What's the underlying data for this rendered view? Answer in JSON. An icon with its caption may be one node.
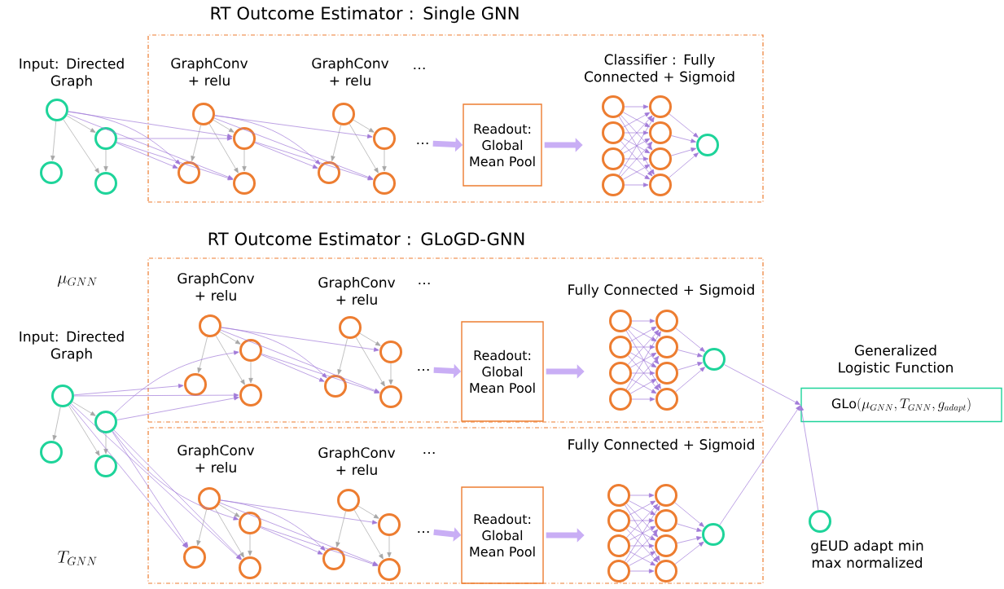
{
  "diagram": {
    "title": "RT Outcome Estimator : Single GNN",
    "nodes": [
      {
        "text": [],
        "shape": "box"
      },
      {
        "text": [],
        "shape": "circle"
      },
      {
        "text": [],
        "shape": "circle"
      },
      {
        "text": [],
        "shape": "circle"
      },
      {
        "text": [],
        "shape": "circle"
      },
      {
        "text": [],
        "shape": "circle",
        "in": 0
      },
      {
        "text": [],
        "shape": "circle",
        "in": 0
      },
      {
        "text": [],
        "shape": "circle",
        "in": 0
      },
      {
        "text": [],
        "shape": "circle",
        "in": 0
      },
      {
        "text": [],
        "shape": "circle",
        "in": 0
      },
      {
        "text": [],
        "shape": "circle",
        "in": 0
      },
      {
        "text": [],
        "shape": "circle",
        "in": 0
      },
      {
        "text": [],
        "shape": "circle",
        "in": 0
      },
      {
        "text": [
          "Readout: Global Mean Pool"
        ],
        "in": 0
      },
      {
        "text": [],
        "shape": "circle",
        "in": 0
      },
      {
        "text": [],
        "shape": "circle",
        "in": 0
      },
      {
        "text": [],
        "shape": "circle",
        "in": 0
      },
      {
        "text": [],
        "shape": "circle",
        "in": 0
      },
      {
        "text": [],
        "shape": "circle",
        "in": 0
      },
      {
        "text": [],
        "shape": "circle",
        "in": 0
      },
      {
        "text": [],
        "shape": "circle",
        "in": 0
      },
      {
        "text": [],
        "shape": "circle",
        "in": 0
      },
      {
        "text": [],
        "shape": "circle",
        "in": 0
      },
      {
        "text": [],
        "shape": "box"
      },
      {
        "text": [],
        "shape": "box"
      },
      {
        "text": [],
        "shape": "circle"
      },
      {
        "text": [],
        "shape": "circle"
      },
      {
        "text": [],
        "shape": "circle"
      },
      {
        "text": [],
        "shape": "circle"
      },
      {
        "text": [],
        "shape": "circle",
        "in": 23
      },
      {
        "text": [],
        "shape": "circle",
        "in": 23
      },
      {
        "text": [],
        "shape": "circle",
        "in": 23
      },
      {
        "text": [],
        "shape": "circle",
        "in": 23
      },
      {
        "text": [],
        "shape": "circle",
        "in": 23
      },
      {
        "text": [],
        "shape": "circle",
        "in": 23
      },
      {
        "text": [],
        "shape": "circle",
        "in": 23
      },
      {
        "text": [],
        "shape": "circle",
        "in": 23
      },
      {
        "text": [
          "Readout: Global Mean Pool"
        ],
        "in": 23
      },
      {
        "text": [],
        "shape": "circle",
        "in": 23
      },
      {
        "text": [],
        "shape": "circle",
        "in": 23
      },
      {
        "text": [],
        "shape": "circle",
        "in": 23
      },
      {
        "text": [],
        "shape": "circle",
        "in": 23
      },
      {
        "text": [],
        "shape": "circle",
        "in": 23
      },
      {
        "text": [],
        "shape": "circle",
        "in": 23
      },
      {
        "text": [],
        "shape": "circle",
        "in": 23
      },
      {
        "text": [],
        "shape": "circle",
        "in": 23
      },
      {
        "text": [],
        "shape": "circle",
        "in": 23
      },
      {
        "text": [],
        "shape": "circle",
        "in": 24
      },
      {
        "text": [],
        "shape": "circle",
        "in": 24
      },
      {
        "text": [],
        "shape": "circle",
        "in": 24
      },
      {
        "text": [],
        "shape": "circle",
        "in": 24
      },
      {
        "text": [],
        "shape": "circle",
        "in": 24
      },
      {
        "text": [],
        "shape": "circle",
        "in": 24
      },
      {
        "text": [],
        "shape": "circle",
        "in": 24
      },
      {
        "text": [],
        "shape": "circle",
        "in": 24
      },
      {
        "text": [
          "Readout: Global Mean Pool"
        ],
        "in": 24
      },
      {
        "text": [],
        "shape": "circle",
        "in": 24
      },
      {
        "text": [],
        "shape": "circle",
        "in": 24
      },
      {
        "text": [],
        "shape": "circle",
        "in": 24
      },
      {
        "text": [],
        "shape": "circle",
        "in": 24
      },
      {
        "text": [],
        "shape": "circle",
        "in": 24
      },
      {
        "text": [],
        "shape": "circle",
        "in": 24
      },
      {
        "text": [],
        "shape": "circle",
        "in": 24
      },
      {
        "text": [],
        "shape": "circle",
        "in": 24
      },
      {
        "text": [],
        "shape": "circle",
        "in": 24
      },
      {
        "text": [
          "Generalized Logistic Function",
          "\\mathrm{GLo}(\\mu_{GNN},T_{GNN},g_{adapt})"
        ]
      },
      {
        "text": [],
        "shape": "circle",
        "beside": [
          "gEUD adapt min max normalized"
        ]
      },
      {
        "text": [
          "…"
        ],
        "in": 0
      },
      {
        "text": [
          "…"
        ],
        "in": 23
      },
      {
        "text": [
          "…"
        ],
        "in": 24
      }
    ],
    "edges": [
      {
        "from": 1,
        "to": 3,
        "arrow": "to",
        "color": "#a6a6a6"
      },
      {
        "from": 1,
        "to": 4,
        "arrow": "to",
        "color": "#a6a6a6"
      },
      {
        "from": 1,
        "to": 2,
        "arrow": "to",
        "color": "#a6a6a6"
      },
      {
        "from": 2,
        "to": 4,
        "arrow": "to",
        "color": "#a6a6a6"
      },
      {
        "from": 5,
        "to": 7,
        "arrow": "to",
        "color": "#a6a6a6"
      },
      {
        "from": 5,
        "to": 8,
        "arrow": "to",
        "color": "#a6a6a6"
      },
      {
        "from": 5,
        "to": 6,
        "arrow": "to",
        "color": "#a6a6a6"
      },
      {
        "from": 6,
        "to": 8,
        "arrow": "to",
        "color": "#a6a6a6"
      },
      {
        "from": 9,
        "to": 11,
        "arrow": "to",
        "color": "#a6a6a6"
      },
      {
        "from": 9,
        "to": 12,
        "arrow": "to",
        "color": "#a6a6a6"
      },
      {
        "from": 9,
        "to": 10,
        "arrow": "to",
        "color": "#a6a6a6"
      },
      {
        "from": 10,
        "to": 12,
        "arrow": "to",
        "color": "#a6a6a6"
      },
      {
        "from": 1,
        "to": 6,
        "arrow": "to"
      },
      {
        "from": 1,
        "to": 7,
        "arrow": "to"
      },
      {
        "from": 1,
        "to": 8,
        "arrow": "to"
      },
      {
        "from": 2,
        "to": 6,
        "arrow": "to"
      },
      {
        "from": 2,
        "to": 7,
        "arrow": "to"
      },
      {
        "from": 2,
        "to": 8,
        "arrow": "to"
      },
      {
        "from": 5,
        "to": 10,
        "arrow": "to"
      },
      {
        "from": 5,
        "to": 11,
        "arrow": "to"
      },
      {
        "from": 5,
        "to": 12,
        "arrow": "to"
      },
      {
        "from": 6,
        "to": 11,
        "arrow": "to"
      },
      {
        "from": 6,
        "to": 12,
        "arrow": "to"
      },
      {
        "from": 67,
        "to": 13,
        "arrow": "to",
        "style": "thick",
        "color": "#c9aef5"
      },
      {
        "from": 13,
        "to": null,
        "arrow": "to",
        "style": "thick",
        "color": "#c9aef5"
      },
      {
        "from": 14,
        "to": 18,
        "arrow": "to"
      },
      {
        "from": 14,
        "to": 19,
        "arrow": "to"
      },
      {
        "from": 14,
        "to": 20,
        "arrow": "to"
      },
      {
        "from": 14,
        "to": 21,
        "arrow": "to"
      },
      {
        "from": 15,
        "to": 18,
        "arrow": "to"
      },
      {
        "from": 15,
        "to": 19,
        "arrow": "to"
      },
      {
        "from": 15,
        "to": 20,
        "arrow": "to"
      },
      {
        "from": 15,
        "to": 21,
        "arrow": "to"
      },
      {
        "from": 16,
        "to": 18,
        "arrow": "to"
      },
      {
        "from": 16,
        "to": 19,
        "arrow": "to"
      },
      {
        "from": 16,
        "to": 20,
        "arrow": "to"
      },
      {
        "from": 16,
        "to": 21,
        "arrow": "to"
      },
      {
        "from": 17,
        "to": 18,
        "arrow": "to"
      },
      {
        "from": 17,
        "to": 19,
        "arrow": "to"
      },
      {
        "from": 17,
        "to": 20,
        "arrow": "to"
      },
      {
        "from": 17,
        "to": 21,
        "arrow": "to"
      },
      {
        "from": 18,
        "to": 22,
        "arrow": "to"
      },
      {
        "from": 19,
        "to": 22,
        "arrow": "to"
      },
      {
        "from": 20,
        "to": 22,
        "arrow": "to"
      },
      {
        "from": 21,
        "to": 22,
        "arrow": "to"
      },
      {
        "from": 25,
        "to": 27,
        "arrow": "to",
        "color": "#a6a6a6"
      },
      {
        "from": 25,
        "to": 28,
        "arrow": "to",
        "color": "#a6a6a6"
      },
      {
        "from": 25,
        "to": 26,
        "arrow": "to",
        "color": "#a6a6a6"
      },
      {
        "from": 26,
        "to": 28,
        "arrow": "to",
        "color": "#a6a6a6"
      },
      {
        "from": 29,
        "to": 31,
        "arrow": "to",
        "color": "#a6a6a6"
      },
      {
        "from": 29,
        "to": 32,
        "arrow": "to",
        "color": "#a6a6a6"
      },
      {
        "from": 29,
        "to": 30,
        "arrow": "to",
        "color": "#a6a6a6"
      },
      {
        "from": 30,
        "to": 32,
        "arrow": "to",
        "color": "#a6a6a6"
      },
      {
        "from": 33,
        "to": 35,
        "arrow": "to",
        "color": "#a6a6a6"
      },
      {
        "from": 33,
        "to": 36,
        "arrow": "to",
        "color": "#a6a6a6"
      },
      {
        "from": 33,
        "to": 34,
        "arrow": "to",
        "color": "#a6a6a6"
      },
      {
        "from": 34,
        "to": 36,
        "arrow": "to",
        "color": "#a6a6a6"
      },
      {
        "from": 25,
        "to": 31,
        "arrow": "to"
      },
      {
        "from": 25,
        "to": 32,
        "arrow": "to"
      },
      {
        "from": 26,
        "to": 30,
        "arrow": "to"
      },
      {
        "from": 26,
        "to": 32,
        "arrow": "to"
      },
      {
        "from": 29,
        "to": 34,
        "arrow": "to"
      },
      {
        "from": 29,
        "to": 35,
        "arrow": "to"
      },
      {
        "from": 29,
        "to": 36,
        "arrow": "to"
      },
      {
        "from": 30,
        "to": 35,
        "arrow": "to"
      },
      {
        "from": 30,
        "to": 36,
        "arrow": "to"
      },
      {
        "from": 68,
        "to": 37,
        "arrow": "to",
        "style": "thick",
        "color": "#c9aef5"
      },
      {
        "from": 37,
        "to": null,
        "arrow": "to",
        "style": "thick",
        "color": "#c9aef5"
      },
      {
        "from": 38,
        "to": 42,
        "arrow": "to"
      },
      {
        "from": 38,
        "to": 43,
        "arrow": "to"
      },
      {
        "from": 38,
        "to": 44,
        "arrow": "to"
      },
      {
        "from": 38,
        "to": 45,
        "arrow": "to"
      },
      {
        "from": 39,
        "to": 42,
        "arrow": "to"
      },
      {
        "from": 39,
        "to": 43,
        "arrow": "to"
      },
      {
        "from": 39,
        "to": 44,
        "arrow": "to"
      },
      {
        "from": 39,
        "to": 45,
        "arrow": "to"
      },
      {
        "from": 40,
        "to": 42,
        "arrow": "to"
      },
      {
        "from": 40,
        "to": 43,
        "arrow": "to"
      },
      {
        "from": 40,
        "to": 44,
        "arrow": "to"
      },
      {
        "from": 40,
        "to": 45,
        "arrow": "to"
      },
      {
        "from": 41,
        "to": 42,
        "arrow": "to"
      },
      {
        "from": 41,
        "to": 43,
        "arrow": "to"
      },
      {
        "from": 41,
        "to": 44,
        "arrow": "to"
      },
      {
        "from": 41,
        "to": 45,
        "arrow": "to"
      },
      {
        "from": 42,
        "to": 46,
        "arrow": "to"
      },
      {
        "from": 43,
        "to": 46,
        "arrow": "to"
      },
      {
        "from": 44,
        "to": 46,
        "arrow": "to"
      },
      {
        "from": 45,
        "to": 46,
        "arrow": "to"
      },
      {
        "from": 47,
        "to": 49,
        "arrow": "to",
        "color": "#a6a6a6"
      },
      {
        "from": 47,
        "to": 50,
        "arrow": "to",
        "color": "#a6a6a6"
      },
      {
        "from": 47,
        "to": 48,
        "arrow": "to",
        "color": "#a6a6a6"
      },
      {
        "from": 48,
        "to": 50,
        "arrow": "to",
        "color": "#a6a6a6"
      },
      {
        "from": 51,
        "to": 53,
        "arrow": "to",
        "color": "#a6a6a6"
      },
      {
        "from": 51,
        "to": 54,
        "arrow": "to",
        "color": "#a6a6a6"
      },
      {
        "from": 51,
        "to": 52,
        "arrow": "to",
        "color": "#a6a6a6"
      },
      {
        "from": 52,
        "to": 54,
        "arrow": "to",
        "color": "#a6a6a6"
      },
      {
        "from": 25,
        "to": 49,
        "arrow": "to"
      },
      {
        "from": 25,
        "to": 50,
        "arrow": "to"
      },
      {
        "from": 26,
        "to": 48,
        "arrow": "to"
      },
      {
        "from": 26,
        "to": 49,
        "arrow": "to"
      },
      {
        "from": 26,
        "to": 50,
        "arrow": "to"
      },
      {
        "from": 47,
        "to": 52,
        "arrow": "to"
      },
      {
        "from": 47,
        "to": 53,
        "arrow": "to"
      },
      {
        "from": 47,
        "to": 54,
        "arrow": "to"
      },
      {
        "from": 48,
        "to": 53,
        "arrow": "to"
      },
      {
        "from": 48,
        "to": 54,
        "arrow": "to"
      },
      {
        "from": 69,
        "to": 55,
        "arrow": "to",
        "style": "thick",
        "color": "#c9aef5"
      },
      {
        "from": 55,
        "to": null,
        "arrow": "to",
        "style": "thick",
        "color": "#c9aef5"
      },
      {
        "from": 56,
        "to": 60,
        "arrow": "to"
      },
      {
        "from": 56,
        "to": 61,
        "arrow": "to"
      },
      {
        "from": 56,
        "to": 62,
        "arrow": "to"
      },
      {
        "from": 56,
        "to": 63,
        "arrow": "to"
      },
      {
        "from": 57,
        "to": 60,
        "arrow": "to"
      },
      {
        "from": 57,
        "to": 61,
        "arrow": "to"
      },
      {
        "from": 57,
        "to": 62,
        "arrow": "to"
      },
      {
        "from": 57,
        "to": 63,
        "arrow": "to"
      },
      {
        "from": 58,
        "to": 60,
        "arrow": "to"
      },
      {
        "from": 58,
        "to": 61,
        "arrow": "to"
      },
      {
        "from": 58,
        "to": 62,
        "arrow": "to"
      },
      {
        "from": 58,
        "to": 63,
        "arrow": "to"
      },
      {
        "from": 59,
        "to": 60,
        "arrow": "to"
      },
      {
        "from": 59,
        "to": 61,
        "arrow": "to"
      },
      {
        "from": 59,
        "to": 62,
        "arrow": "to"
      },
      {
        "from": 59,
        "to": 63,
        "arrow": "to"
      },
      {
        "from": 60,
        "to": 64,
        "arrow": "to"
      },
      {
        "from": 61,
        "to": 64,
        "arrow": "to"
      },
      {
        "from": 62,
        "to": 64,
        "arrow": "to"
      },
      {
        "from": 63,
        "to": 64,
        "arrow": "to"
      },
      {
        "from": 46,
        "to": 65,
        "arrow": "to"
      },
      {
        "from": 64,
        "to": 65,
        "arrow": "to"
      },
      {
        "from": 66,
        "to": 65,
        "arrow": "to"
      }
    ],
    "labels": [
      "Input: Directed Graph",
      "GraphConv + relu",
      "GraphConv + relu",
      "…",
      "Classifier : Fully Connected + Sigmoid",
      "RT Outcome Estimator : GLoGD-GNN",
      "\\mu_{GNN}",
      "Input: Directed Graph",
      "GraphConv + relu",
      "GraphConv + relu",
      "…",
      "Fully Connected + Sigmoid",
      "GraphConv + relu",
      "GraphConv + relu",
      "…",
      "Fully Connected + Sigmoid",
      "T_{GNN}"
    ]
  }
}
